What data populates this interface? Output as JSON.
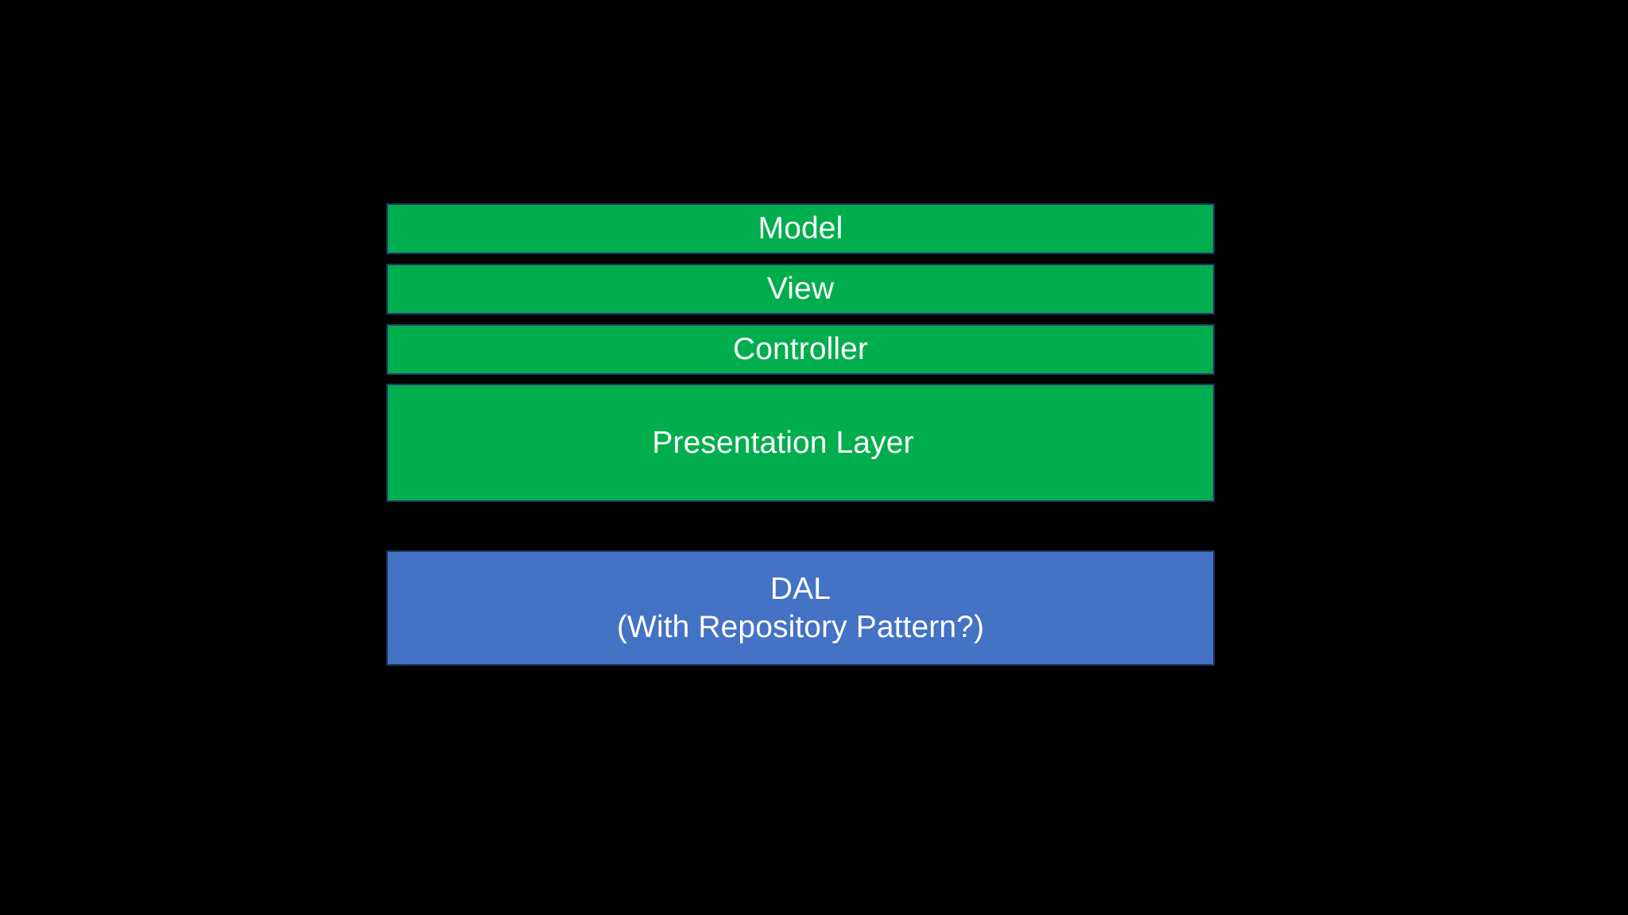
{
  "slide": {
    "background_color": "#000000",
    "title": "",
    "diagram_type": "layered-architecture-stack"
  },
  "palette": {
    "green": "#00AE4D",
    "blue": "#4472C4",
    "border": "#1F3864",
    "text": "#FFFFFF",
    "background": "#000000"
  },
  "diagram": {
    "presentation_group": {
      "name": "presentation-stack",
      "color": "#00AE4D",
      "boxes": [
        {
          "id": "model",
          "label": "Model"
        },
        {
          "id": "view",
          "label": "View"
        },
        {
          "id": "controller",
          "label": "Controller"
        },
        {
          "id": "presentation-layer",
          "label": "Presentation Layer"
        }
      ]
    },
    "data_group": {
      "name": "data-access-stack",
      "color": "#4472C4",
      "boxes": [
        {
          "id": "dal",
          "label": "DAL\n(With Repository Pattern?)",
          "line1": "DAL",
          "line2": "(With Repository Pattern?)"
        }
      ]
    }
  }
}
